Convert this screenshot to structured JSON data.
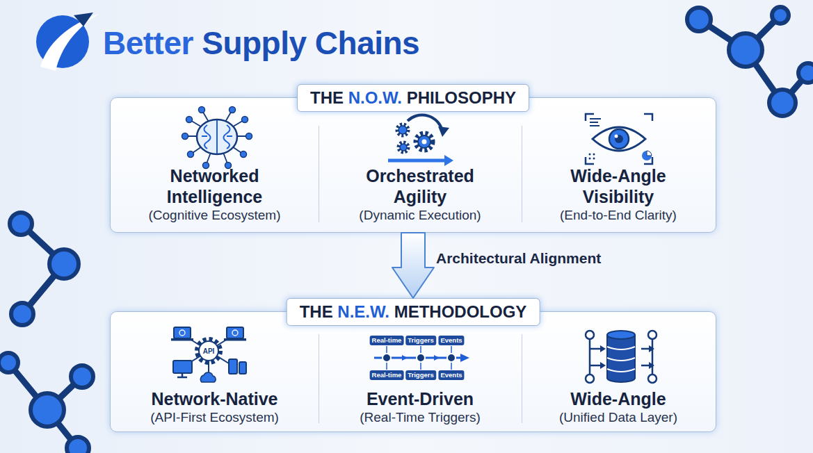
{
  "diagram": {
    "title": "Better Supply Chains",
    "nodes": [
      {
        "text": [
          "THE N.O.W. PHILOSOPHY"
        ]
      },
      {
        "text": [
          "Networked Intelligence",
          "(Cognitive Ecosystem)"
        ],
        "in": 0
      },
      {
        "text": [
          "Orchestrated Agility",
          "(Dynamic Execution)"
        ],
        "in": 0
      },
      {
        "text": [
          "Wide-Angle Visibility",
          "(End-to-End Clarity)"
        ],
        "in": 0
      },
      {
        "text": [
          "THE N.E.W. METHODOLOGY"
        ]
      },
      {
        "text": [
          "Network-Native",
          "(API-First Ecosystem)"
        ],
        "in": 4
      },
      {
        "text": [
          "Event-Driven",
          "(Real-Time Triggers)"
        ],
        "in": 4
      },
      {
        "text": [
          "Wide-Angle",
          "(Unified Data Layer)"
        ],
        "in": 4
      }
    ],
    "edges": [
      {
        "from": 0,
        "to": 4,
        "label": "Architectural Alignment",
        "arrow": "to"
      }
    ],
    "labels": [
      "API",
      "Real-time",
      "Triggers",
      "Events",
      "Real-time",
      "Triggers",
      "Events"
    ]
  }
}
